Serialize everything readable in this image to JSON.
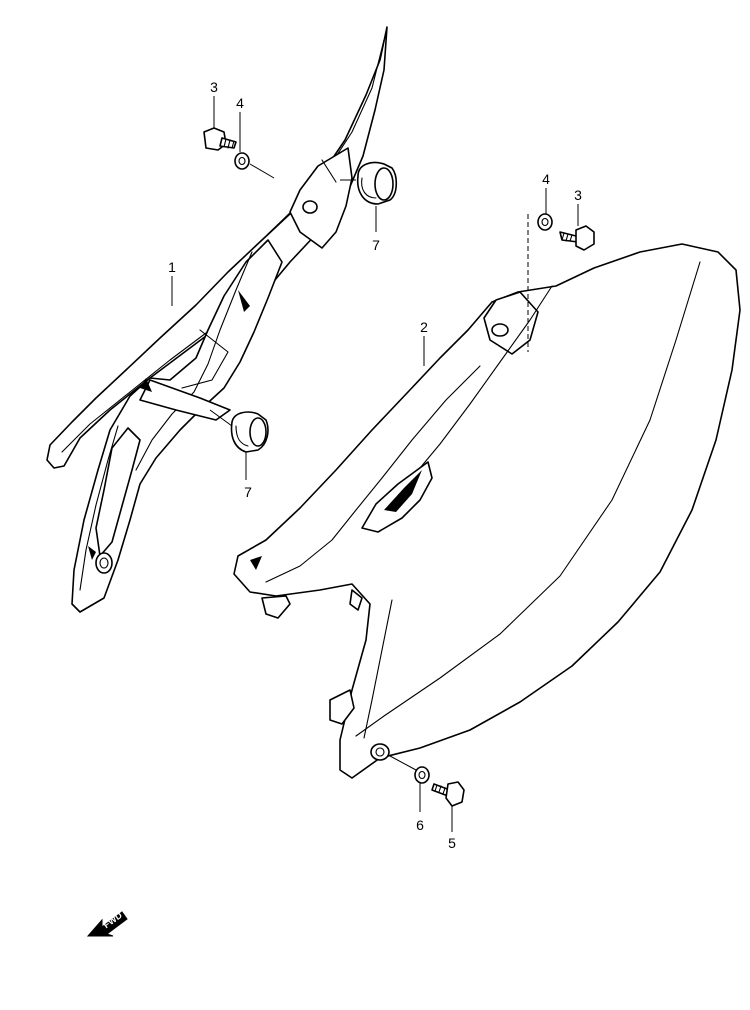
{
  "callouts": {
    "c1": "1",
    "c2": "2",
    "c3a": "3",
    "c4a": "4",
    "c7a": "7",
    "c7b": "7",
    "c4b": "4",
    "c3b": "3",
    "c6": "6",
    "c5": "5"
  },
  "fwd": {
    "label": "FWD"
  },
  "colors": {
    "line": "#000000",
    "background": "#ffffff"
  }
}
